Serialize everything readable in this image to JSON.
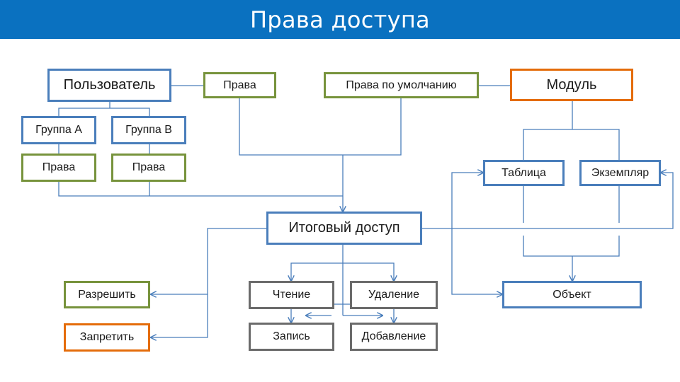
{
  "header": {
    "title": "Права доступа"
  },
  "colors": {
    "header_bg": "#0a71c0",
    "user_nodes": "#4a7ebb",
    "rights_nodes": "#77933c",
    "module_nodes": "#e46c0a",
    "operation_nodes": "#6b6b6b",
    "connectors": "#4a7ebb"
  },
  "nodes": {
    "user": "Пользователь",
    "rights": "Права",
    "default_rights": "Права по умолчанию",
    "module": "Модуль",
    "group_a": "Группа А",
    "group_b": "Группа В",
    "group_a_rights": "Права",
    "group_b_rights": "Права",
    "table": "Таблица",
    "instance": "Экземпляр",
    "final_access": "Итоговый доступ",
    "allow": "Разрешить",
    "deny": "Запретить",
    "read": "Чтение",
    "delete": "Удаление",
    "write": "Запись",
    "add": "Добавление",
    "object": "Объект"
  }
}
